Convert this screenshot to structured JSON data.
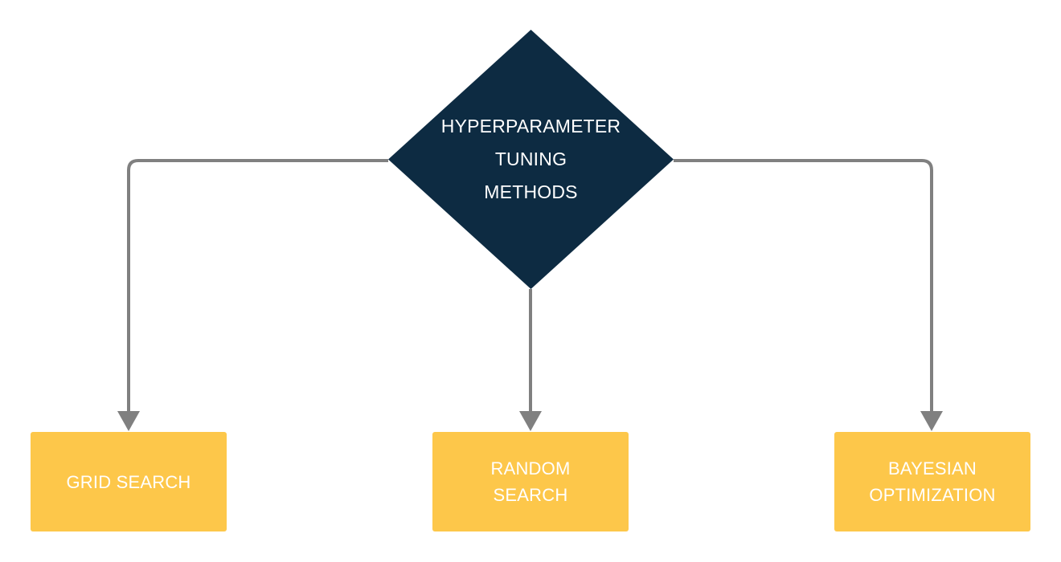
{
  "diagram": {
    "type": "flowchart",
    "title": "Hyperparameter Tuning Methods",
    "background_color": "#FFFFFF",
    "connector_color": "#808080",
    "root": {
      "id": "hyperparameter-tuning-methods",
      "label": "HYPERPARAMETER\nTUNING\nMETHODS",
      "shape": "diamond",
      "fill_color": "#0D2B42",
      "text_color": "#FFFFFF"
    },
    "leaves": [
      {
        "id": "grid-search",
        "label": "GRID SEARCH",
        "shape": "rectangle",
        "fill_color": "#FDC74A",
        "text_color": "#FFFFFF"
      },
      {
        "id": "random-search",
        "label": "RANDOM\nSEARCH",
        "shape": "rectangle",
        "fill_color": "#FDC74A",
        "text_color": "#FFFFFF"
      },
      {
        "id": "bayesian-optimization",
        "label": "BAYESIAN\nOPTIMIZATION",
        "shape": "rectangle",
        "fill_color": "#FDC74A",
        "text_color": "#FFFFFF"
      }
    ],
    "edges": [
      {
        "from": "hyperparameter-tuning-methods",
        "to": "grid-search",
        "style": "elbow-arrow"
      },
      {
        "from": "hyperparameter-tuning-methods",
        "to": "random-search",
        "style": "straight-arrow"
      },
      {
        "from": "hyperparameter-tuning-methods",
        "to": "bayesian-optimization",
        "style": "elbow-arrow"
      }
    ]
  }
}
